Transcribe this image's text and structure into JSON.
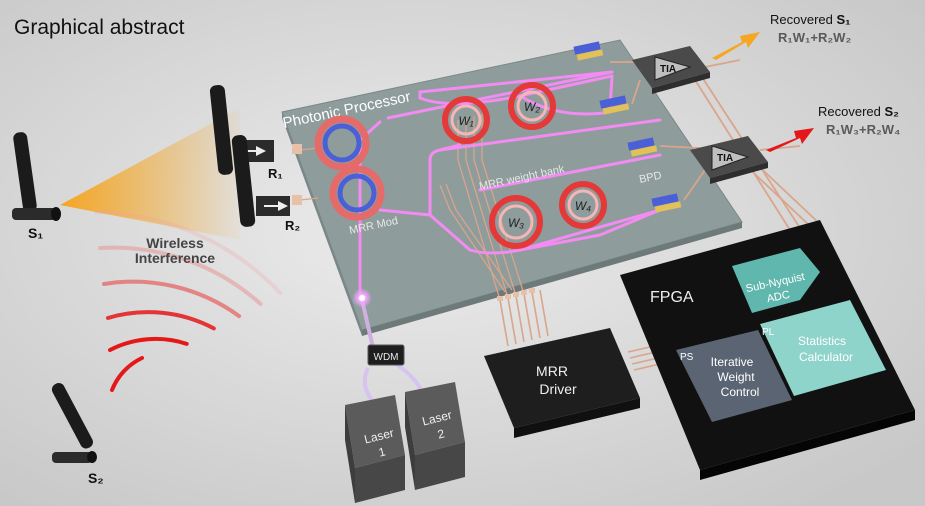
{
  "title": "Graphical abstract",
  "colors": {
    "background": "#d9d9d9",
    "chip": "#8c9a99",
    "waveguide": "#f080f0",
    "ring_outer": "#e53939",
    "ring_inner": "#4b5fd6",
    "wireless_cone": "#f5a623",
    "interference_wave": "#e41818",
    "module_dark": "#2a2a2a",
    "module_teal": "#7fc8c0",
    "module_slate": "#5a6472",
    "laser_box": "#5b5b5b",
    "arrow_s1": "#f5a623",
    "arrow_s2": "#e41818"
  },
  "antennas": {
    "s1": "S₁",
    "s2": "S₂",
    "r1": "R₁",
    "r2": "R₂"
  },
  "wireless_label": [
    "Wireless",
    "Interference"
  ],
  "chip": {
    "title": "Photonic Processor",
    "mrr_mod_label": "MRR Mod",
    "weight_bank_label": "MRR weight bank",
    "bpd_label": "BPD",
    "weights": [
      "W₁",
      "W₂",
      "W₃",
      "W₄"
    ]
  },
  "tia_label": "TIA",
  "outputs": [
    {
      "title_prefix": "Recovered ",
      "title_signal": "S₁",
      "equation": "R₁W₁+R₂W₂"
    },
    {
      "title_prefix": "Recovered ",
      "title_signal": "S₂",
      "equation": "R₁W₃+R₂W₄"
    }
  ],
  "wdm_label": "WDM",
  "lasers": [
    {
      "line1": "Laser",
      "line2": "1"
    },
    {
      "line1": "Laser",
      "line2": "2"
    }
  ],
  "mrr_driver": [
    "MRR",
    "Driver"
  ],
  "fpga": {
    "title": "FPGA",
    "adc": [
      "Sub-Nyquist",
      "ADC"
    ],
    "pl_tag": "PL",
    "stats": [
      "Statistics",
      "Calculator"
    ],
    "ps_tag": "PS",
    "iwc": [
      "Iterative",
      "Weight",
      "Control"
    ]
  }
}
